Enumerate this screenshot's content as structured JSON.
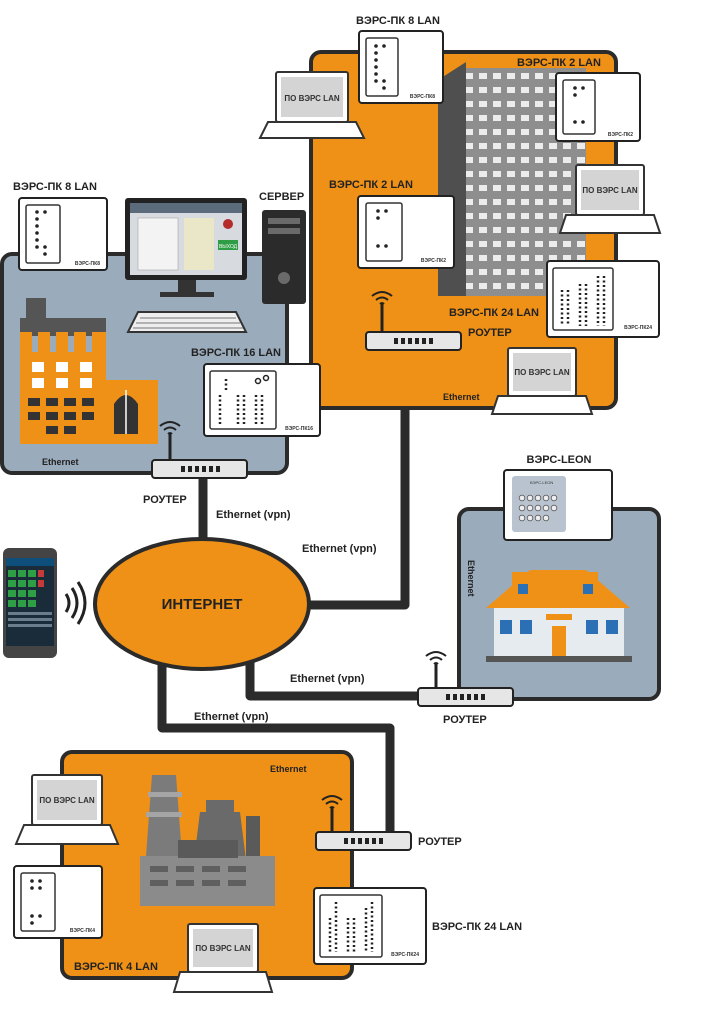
{
  "internet": "ИНТЕРНЕТ",
  "eth_vpn": "Ethernet (vpn)",
  "ethernet": "Ethernet",
  "router": "РОУТЕР",
  "server": "СЕРВЕР",
  "laptop_screen": "ПО ВЭРС LAN",
  "colors": {
    "orange": "#ef9117",
    "gray_panel": "#9aabbb",
    "dark": "#2b2b2b",
    "cable": "#2b2b2b"
  },
  "top_right_site": {
    "device_pk8_title": "ВЭРС-ПК 8 LAN",
    "device_pk8_model": "ВЭРС-ПК8",
    "device_pk2_title": "ВЭРС-ПК 2 LAN",
    "device_pk2_model": "ВЭРС-ПК2",
    "device_pk2b_title": "ВЭРС-ПК 2 LAN",
    "device_pk2b_model": "ВЭРС-ПК2",
    "device_pk24_title": "ВЭРС-ПК 24 LAN",
    "device_pk24_model": "ВЭРС-ПК24"
  },
  "left_site": {
    "device_pk8_title": "ВЭРС-ПК 8 LAN",
    "device_pk8_model": "ВЭРС-ПК8",
    "device_pk16_title": "ВЭРС-ПК 16 LAN",
    "device_pk16_model": "ВЭРС-ПК16",
    "monitor_button": "ВЫХОД"
  },
  "house_site": {
    "device_title": "ВЭРС-LEON",
    "device_brand": "ВЭРС-LEON"
  },
  "bottom_site": {
    "device_pk4_title": "ВЭРС-ПК 4 LAN",
    "device_pk4_model": "ВЭРС-ПК4",
    "device_pk24_title": "ВЭРС-ПК 24 LAN",
    "device_pk24_model": "ВЭРС-ПК24"
  }
}
